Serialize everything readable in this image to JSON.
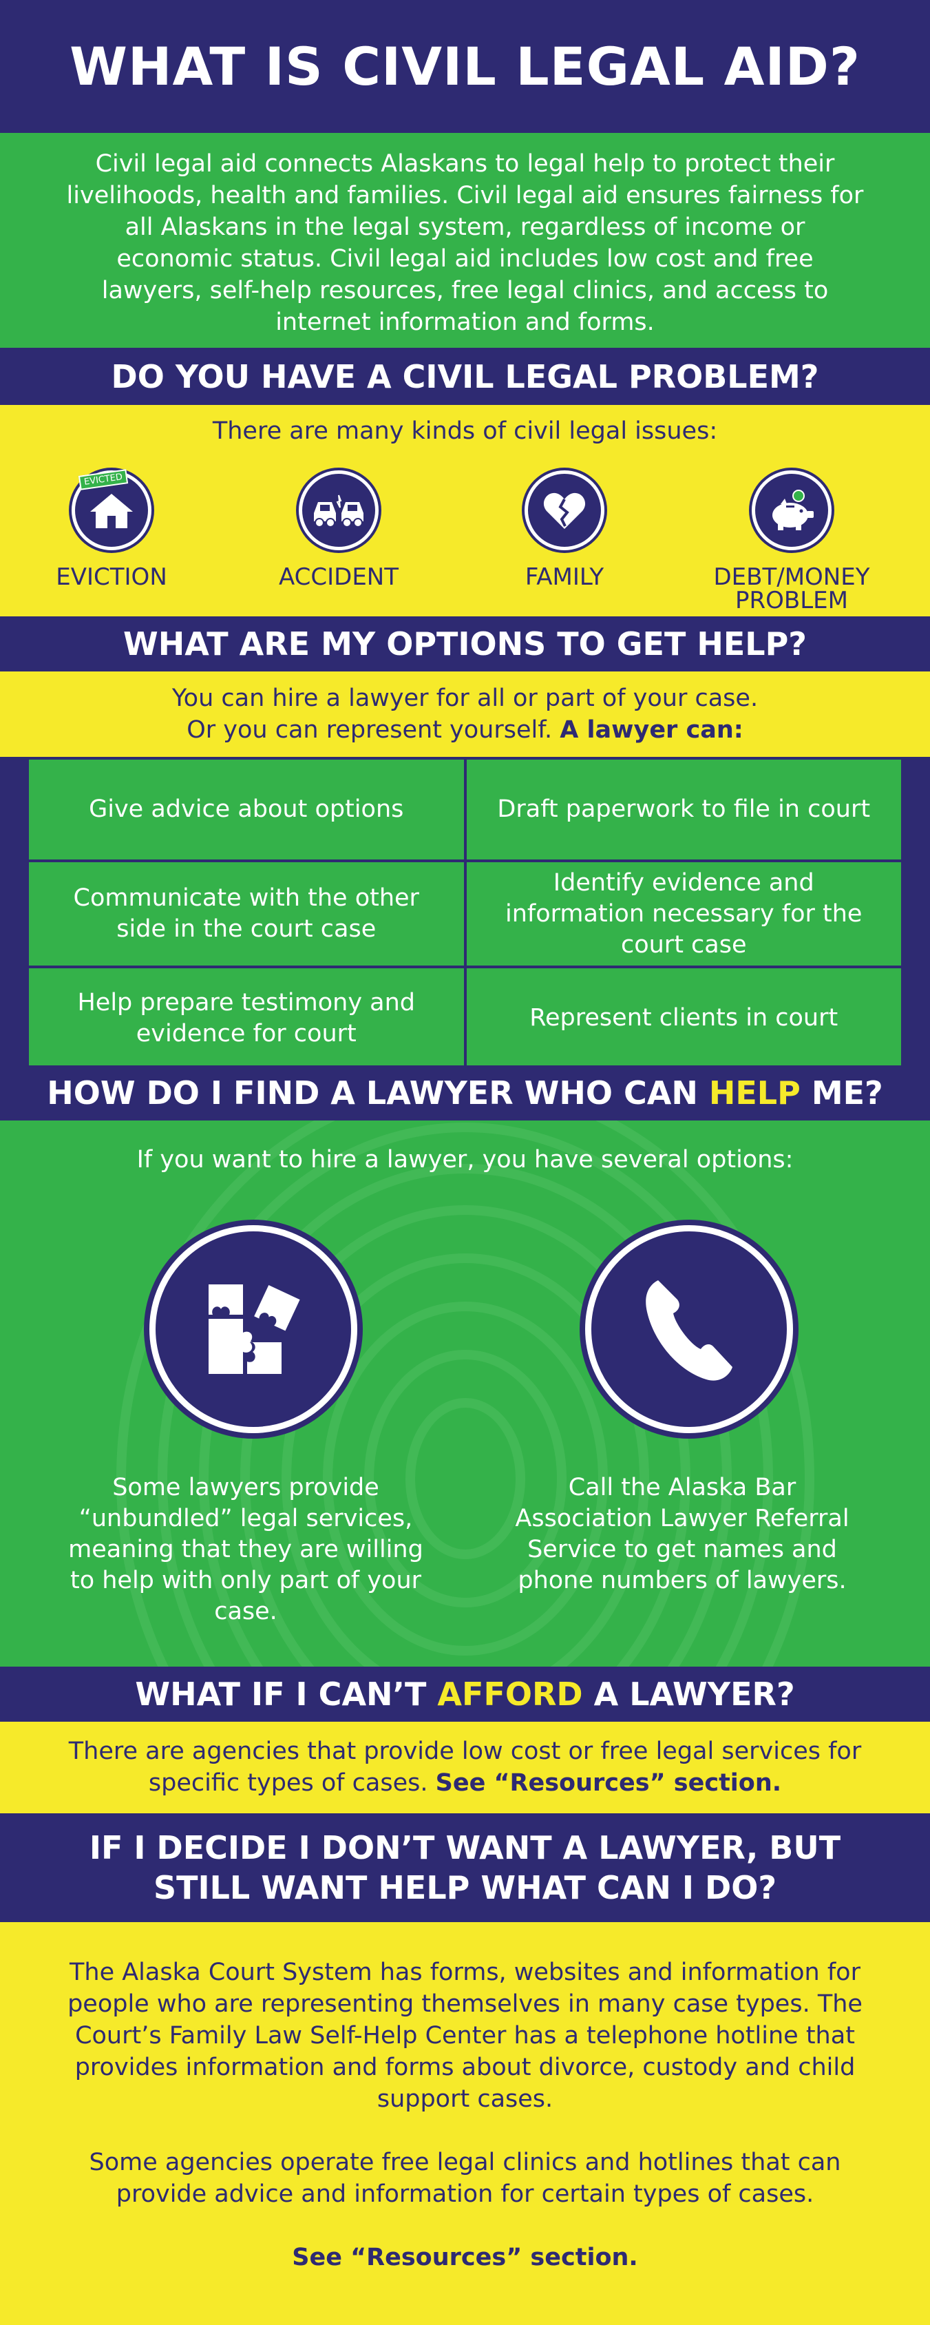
{
  "title": "WHAT IS CIVIL LEGAL AID?",
  "intro": "Civil legal aid connects Alaskans to legal help to protect their livelihoods, health and families. Civil legal aid ensures fairness for all Alaskans in the legal system, regardless of income or economic status. Civil legal aid includes low cost and free lawyers, self-help resources, free legal clinics, and access to internet information and forms.",
  "problem": {
    "heading": "DO YOU HAVE A CIVIL LEGAL PROBLEM?",
    "subtitle": "There are many kinds of civil legal issues:",
    "issues": [
      {
        "label": "EVICTION",
        "icon": "house-eviction-icon",
        "tag": "EVICTED"
      },
      {
        "label": "ACCIDENT",
        "icon": "car-crash-icon"
      },
      {
        "label": "FAMILY",
        "icon": "broken-heart-icon"
      },
      {
        "label_line1": "DEBT/MONEY",
        "label_line2": "PROBLEM",
        "icon": "piggy-bank-icon"
      }
    ]
  },
  "options": {
    "heading": "WHAT ARE MY OPTIONS TO GET HELP?",
    "line1": "You can hire a lawyer for all or part of your case.",
    "line2": "Or you can represent yourself.",
    "line2_bold": "A lawyer can:",
    "lawyer_can": [
      "Give advice about options",
      "Draft paperwork to file in court",
      "Communicate with the other side in the court case",
      "Identify evidence and information necessary for the court case",
      "Help prepare testimony and evidence for court",
      "Represent clients in court"
    ]
  },
  "find": {
    "heading_pre": "HOW DO I FIND A LAWYER WHO CAN ",
    "heading_highlight": "HELP",
    "heading_post": " ME?",
    "subtitle": "If you want to hire a lawyer, you have several options:",
    "left_text": "Some lawyers provide “unbundled” legal services, meaning that they are willing to help with only part of your case.",
    "right_text": "Call the Alaska Bar Association Lawyer Referral Service to get names and phone numbers of lawyers.",
    "left_icon": "puzzle-pieces-icon",
    "right_icon": "phone-handset-icon"
  },
  "afford": {
    "heading_pre": "WHAT IF I CAN’T ",
    "heading_highlight": "AFFORD",
    "heading_post": " A LAWYER?",
    "text": "There are agencies that provide low cost or free legal services for specific types of cases.",
    "text_bold": "See “Resources” section."
  },
  "self": {
    "heading_line1": "IF I DECIDE I DON’T WANT A LAWYER, BUT",
    "heading_line2": "STILL WANT HELP WHAT CAN I DO?",
    "para1": "The Alaska Court System has forms, websites and information for people who are representing themselves in many case types. The Court’s Family Law Self-Help Center has a telephone hotline that provides information and forms about divorce, custody and child support cases.",
    "para2": "Some agencies operate free legal clinics and hotlines that can provide advice and information for certain types of cases.",
    "resources": "See “Resources” section."
  },
  "colors": {
    "navy": "#2e2a72",
    "green": "#34b24a",
    "yellow": "#f6ea2a"
  }
}
